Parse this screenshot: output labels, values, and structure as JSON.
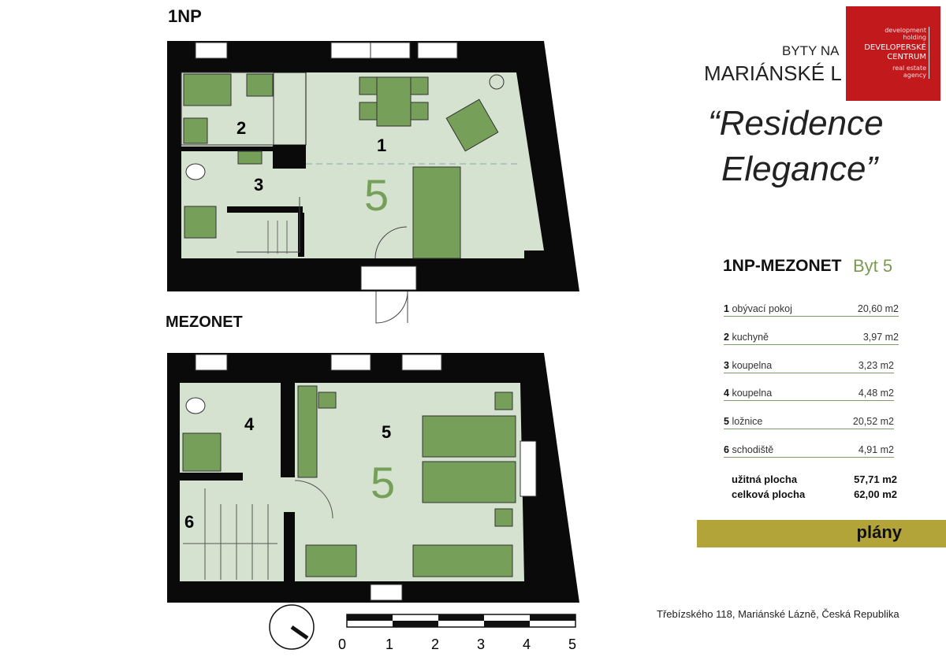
{
  "plans": {
    "ground_label": "1NP",
    "upper_label": "MEZONET",
    "apartment_number_ground": "5",
    "apartment_number_upper": "5",
    "ground_rooms": [
      "1",
      "2",
      "3"
    ],
    "upper_rooms": [
      "4",
      "5",
      "6"
    ]
  },
  "scale": {
    "ticks": [
      "0",
      "1",
      "2",
      "3",
      "4",
      "5"
    ]
  },
  "header": {
    "line1": "BYTY NA",
    "line2": "MARIÁNSKÉ L",
    "title_line1": "“Residence",
    "title_line2": "Elegance”"
  },
  "logo": {
    "line1": "development",
    "line2": "holding",
    "line3": "DEVELOPERSKÉ",
    "line4": "CENTRUM",
    "line5": "real estate",
    "line6": "agency"
  },
  "apartment": {
    "type": "1NP-MEZONET",
    "name": "Byt 5"
  },
  "rooms": [
    {
      "num": "1",
      "name": "obývací pokoj",
      "area": "20,60 m2"
    },
    {
      "num": "2",
      "name": "kuchyně",
      "area": "3,97 m2"
    },
    {
      "num": "3",
      "name": "koupelna",
      "area": "3,23 m2"
    },
    {
      "num": "4",
      "name": "koupelna",
      "area": "4,48 m2"
    },
    {
      "num": "5",
      "name": "ložnice",
      "area": "20,52 m2"
    },
    {
      "num": "6",
      "name": "schodiště",
      "area": "4,91 m2"
    }
  ],
  "totals": {
    "usable_label": "užitná plocha",
    "usable": "57,71 m2",
    "total_label": "celková plocha",
    "total": "62,00 m2"
  },
  "section_bar": "plány",
  "address": "Třebízského 118, Mariánské Lázně, Česká Republika",
  "colors": {
    "floor": "#d5e2cf",
    "furniture": "#76a059",
    "wall": "#0a0a0a",
    "logo": "#c2191d",
    "bar": "#b3a43a",
    "accent": "#7a9a50"
  }
}
